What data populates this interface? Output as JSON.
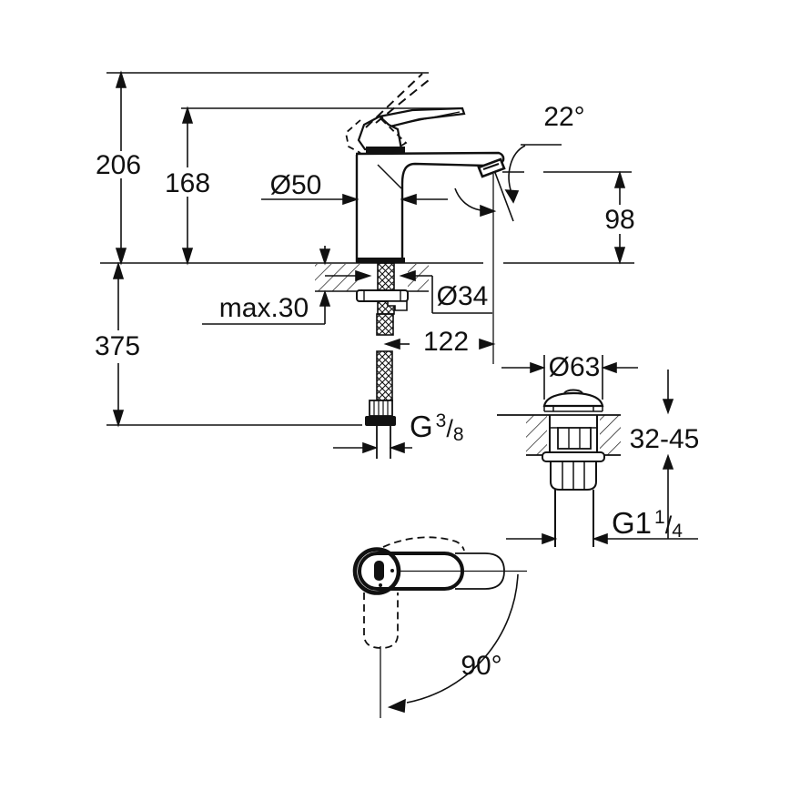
{
  "drawing": {
    "background": "#ffffff",
    "line_color": "#111111",
    "labels": {
      "height_total": "206",
      "height_to_lever": "168",
      "body_diameter": "Ø50",
      "spout_angle": "22°",
      "spout_height": "98",
      "deck_max_thickness": "max.30",
      "hole_diameter": "Ø34",
      "length_below_deck": "375",
      "spout_reach": "122",
      "supply_thread_prefix": "G",
      "supply_thread_numerator": "3",
      "supply_thread_slash": "/",
      "supply_thread_denominator": "8",
      "waste_cap_diameter": "Ø63",
      "waste_deck_range": "32-45",
      "waste_thread_prefix": "G1",
      "waste_thread_numerator": "1",
      "waste_thread_slash": "/",
      "waste_thread_denominator": "4",
      "handle_swivel_angle": "90°"
    }
  }
}
